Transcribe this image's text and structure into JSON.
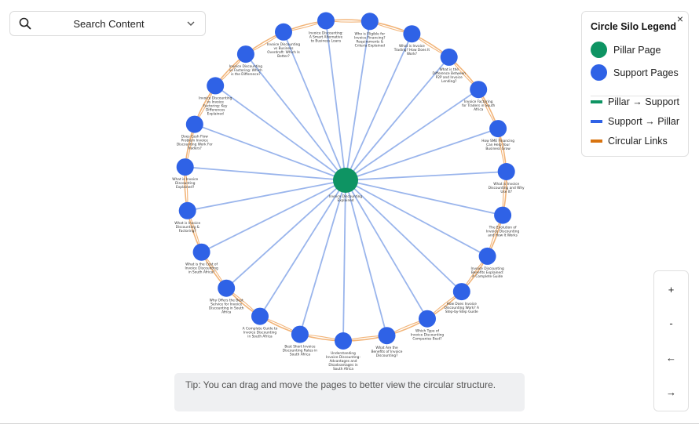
{
  "search": {
    "label": "Search Content"
  },
  "legend": {
    "title": "Circle Silo Legend",
    "close": "×",
    "items": [
      {
        "label": "Pillar Page",
        "color": "#0e9463",
        "shape": "circle"
      },
      {
        "label": "Support Pages",
        "color": "#2f62e6",
        "shape": "circle"
      },
      {
        "label": "Pillar → Support",
        "color": "#0e9463",
        "shape": "line"
      },
      {
        "label": "Support → Pillar",
        "color": "#2f62e6",
        "shape": "line"
      },
      {
        "label": "Circular Links",
        "color": "#d8730f",
        "shape": "line"
      }
    ]
  },
  "tip": "Tip: You can drag and move the pages to better view the circular structure.",
  "controls": {
    "zoom_in": "+",
    "zoom_out": "-",
    "prev": "←",
    "next": "→"
  },
  "graph": {
    "pillar": {
      "label": "Invoice Discounting Explained",
      "color": "#0e9463"
    },
    "support_color": "#2f62e6",
    "spoke_color": "#9ab5ec",
    "ring_color": "#f2b478",
    "support_pages": [
      "Invoice Discounting: A Smart Alternative to Business Loans",
      "Who is Eligible for Invoice Financing? Requirements & Criteria Explained",
      "What is Invoice Trading? How Does It Work?",
      "What is the Difference Between P2P and Invoice Lending?",
      "Invoice Factoring for Traders in South Africa",
      "How SME Financing Can Help Your Business Grow",
      "What is Invoice Discounting and Why Use It?",
      "The Evolution of Invoice Discounting and How It Works",
      "Invoice Discounting Benefits Explained: A Complete Guide",
      "How Does Invoice Discounting Work? A Step-by-Step Guide",
      "Which Type of Invoice Discounting Companies Best?",
      "What Are the Benefits of Invoice Discounting?",
      "Understanding Invoice Discounting: Advantages and Disadvantages in South Africa",
      "Best Short Invoice Discounting Rates in South Africa",
      "A Complete Guide to Invoice Discounting in South Africa",
      "Why Offers the Best Service for Invoice Discounting in South Africa",
      "What is the Cost of Invoice Discounting in South Africa?",
      "What is Invoice Discounting & Factoring?",
      "What is Invoice Discounting Explained?",
      "Does Cash Flow Problem Invoice Discounting Work For Traders?",
      "Invoice Discounting vs Invoice Factoring: Key Differences Explained",
      "Invoice Discounting vs Factoring: Which is the Difference?",
      "Invoice Discounting vs Business Overdraft: Which Is Better?"
    ]
  }
}
